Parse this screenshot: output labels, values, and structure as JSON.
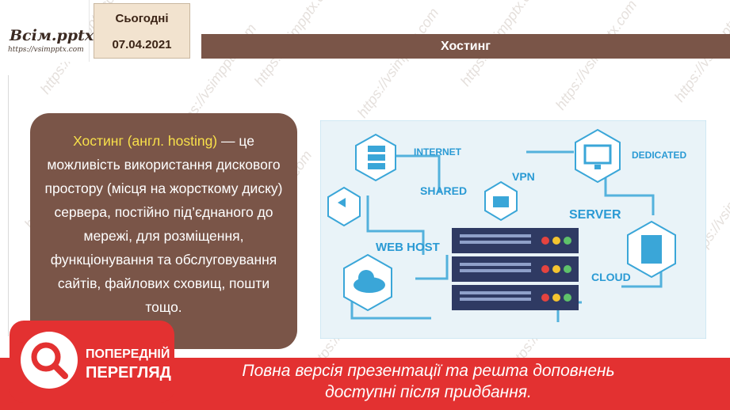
{
  "logo": {
    "title": "Всім.pptx",
    "url": "https://vsimpptx.com"
  },
  "date": {
    "label": "Сьогодні",
    "value": "07.04.2021"
  },
  "slide": {
    "title": "Хостинг"
  },
  "definition": {
    "term": "Хостинг (англ. hosting)",
    "text": " — це можливість використання дискового простору (місця на жорсткому диску) сервера, постійно під’єднаного до мережі, для розміщення, функціонування та обслуговування сайтів, файлових сховищ, пошти тощо."
  },
  "illustration": {
    "labels": {
      "internet": "INTERNET",
      "dedicated": "DEDICATED",
      "vpn": "VPN",
      "shared": "SHARED",
      "server": "SERVER",
      "web_host": "WEB HOST",
      "cloud": "CLOUD"
    },
    "colors": {
      "background": "#e9f3f8",
      "line": "#3aa6d8",
      "server": "#2f3a63",
      "led_red": "#e5433f",
      "led_yellow": "#f4c430",
      "led_green": "#5ec26a"
    }
  },
  "watermark": {
    "text": "https://vsimpptx.com"
  },
  "banner": {
    "badge_line1": "ПОПЕРЕДНІЙ",
    "badge_line2": "ПЕРЕГЛЯД",
    "message_line1": "Повна версія презентації та решта доповнень",
    "message_line2": "доступні після придбання."
  }
}
